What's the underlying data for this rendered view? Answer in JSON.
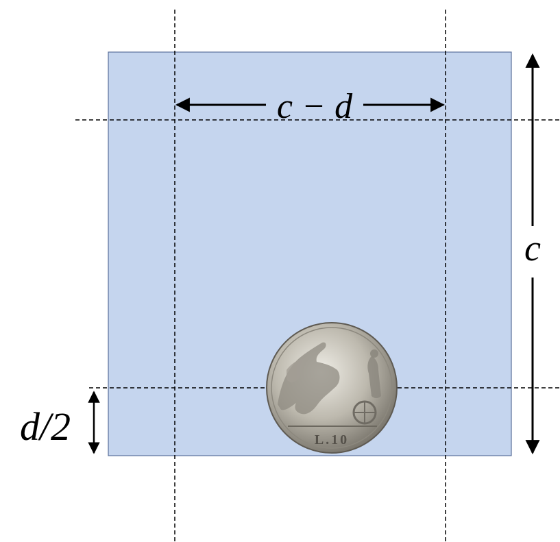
{
  "labels": {
    "width_inner": "c − d",
    "side": "c",
    "half_diameter": "d/2"
  },
  "coin": {
    "inscription": "L.10"
  },
  "colors": {
    "square_fill": "#c5d5ee",
    "square_stroke": "#5a6f9a",
    "dash": "#000000",
    "arrow": "#000000",
    "coin_silver": "#c9c6bd"
  },
  "icons": {
    "coin": "silver-coin-chariot-icon"
  }
}
